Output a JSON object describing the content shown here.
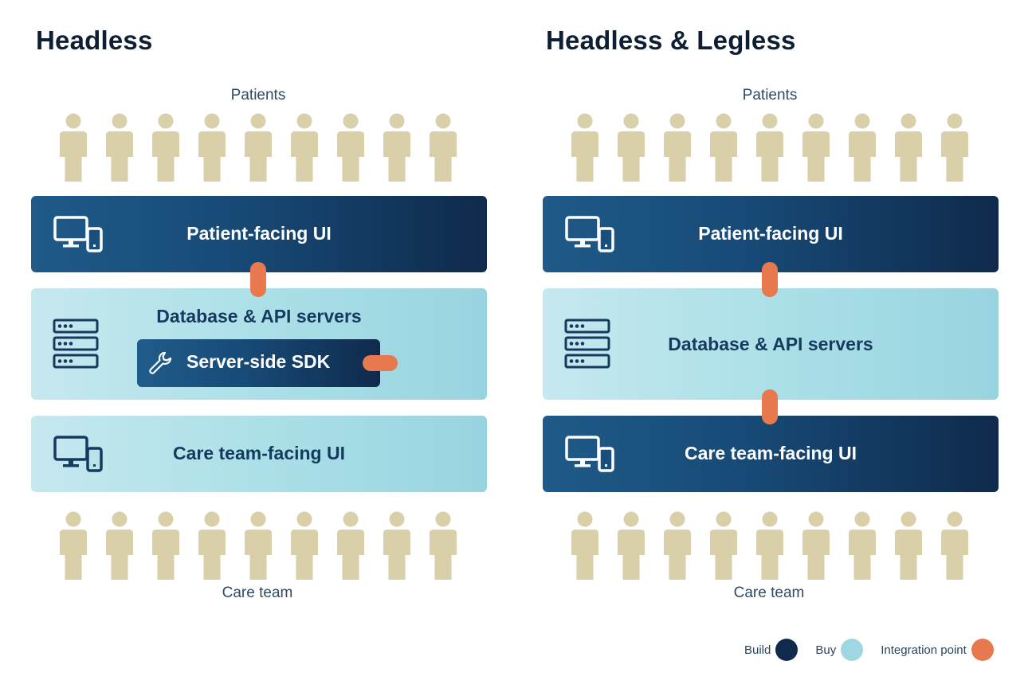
{
  "panels": {
    "headless": {
      "title": "Headless",
      "patients_label": "Patients",
      "patient_ui_label": "Patient-facing UI",
      "db_label": "Database & API servers",
      "sdk_label": "Server-side SDK",
      "care_ui_label": "Care team-facing UI",
      "care_team_label": "Care team",
      "care_ui_kind": "buy"
    },
    "headless_legless": {
      "title": "Headless & Legless",
      "patients_label": "Patients",
      "patient_ui_label": "Patient-facing UI",
      "db_label": "Database & API servers",
      "care_ui_label": "Care team-facing UI",
      "care_team_label": "Care team",
      "care_ui_kind": "build"
    }
  },
  "people_per_row": 9,
  "legend": [
    {
      "label": "Build",
      "color": "#0f2a4c"
    },
    {
      "label": "Buy",
      "color": "#9ed6e1"
    },
    {
      "label": "Integration point",
      "color": "#e8784e"
    }
  ],
  "colors": {
    "person": "#d9cfa9",
    "build": "#0f2a4c",
    "buy": "#9ed6e1",
    "integration": "#e8784e"
  },
  "icons": [
    "devices-icon",
    "server-icon",
    "wrench-icon",
    "person-icon"
  ]
}
